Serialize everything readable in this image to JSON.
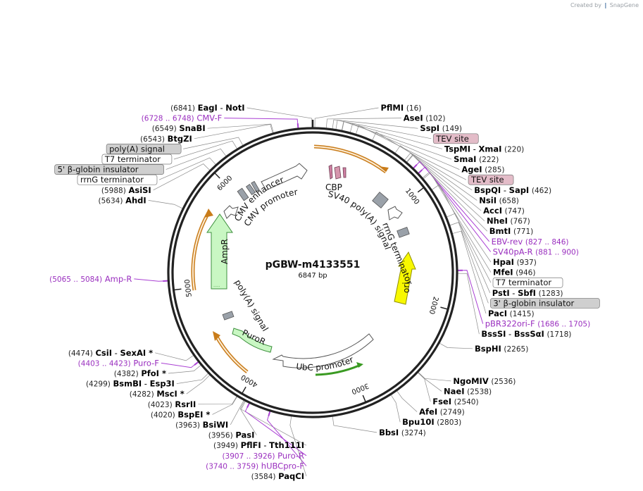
{
  "app": {
    "credit_prefix": "Created by",
    "credit_brand": "SnapGene"
  },
  "plasmid": {
    "name": "pGBW-m4133551",
    "length_label": "6847 bp",
    "length": 6847
  },
  "colors": {
    "site_text": "#000000",
    "position_text": "#222222",
    "primer_text": "#9a2fbf",
    "primer_line": "#a93fd3",
    "leader_line": "#8a8a8a",
    "feature_white": "#ffffff",
    "feature_gray_box": "#cfcfcf",
    "feature_pink_box": "#e3bcc8",
    "orf_fill": "#fcedd6",
    "orf_stroke": "#c97c1a",
    "promoter_fill": "#ffffff",
    "marker_fill": "#c9f7c3",
    "marker_stroke": "#3c8f3c",
    "ori_fill": "#f8f800",
    "ori_stroke": "#8f8f00",
    "small_block": "#9aa1a9",
    "cbp_fill": "#d596ad",
    "green_arrow": "#3a9a22"
  },
  "ticks": [
    {
      "label": "1000",
      "pos": 1000
    },
    {
      "label": "2000",
      "pos": 2000
    },
    {
      "label": "3000",
      "pos": 3000
    },
    {
      "label": "4000",
      "pos": 4000
    },
    {
      "label": "5000",
      "pos": 5000
    },
    {
      "label": "6000",
      "pos": 6000
    }
  ],
  "sites": [
    {
      "id": "eagi",
      "name": "EagI",
      "name2": "NotI",
      "posText": "(6841)",
      "pos": 6841,
      "side": "left"
    },
    {
      "id": "pflmi",
      "name": "PflMI",
      "posText": "(16)",
      "pos": 16,
      "side": "right"
    },
    {
      "id": "asei",
      "name": "AseI",
      "posText": "(102)",
      "pos": 102,
      "side": "right"
    },
    {
      "id": "sspi",
      "name": "SspI",
      "posText": "(149)",
      "pos": 149,
      "side": "right"
    },
    {
      "id": "tspmi",
      "name": "TspMI",
      "name2": "XmaI",
      "posText": "(220)",
      "pos": 220,
      "side": "right"
    },
    {
      "id": "smai",
      "name": "SmaI",
      "posText": "(222)",
      "pos": 222,
      "side": "right"
    },
    {
      "id": "agei",
      "name": "AgeI",
      "posText": "(285)",
      "pos": 285,
      "side": "right"
    },
    {
      "id": "bspqi",
      "name": "BspQI",
      "name2": "SapI",
      "posText": "(462)",
      "pos": 462,
      "side": "right"
    },
    {
      "id": "nsii",
      "name": "NsiI",
      "posText": "(658)",
      "pos": 658,
      "side": "right"
    },
    {
      "id": "acci",
      "name": "AccI",
      "posText": "(747)",
      "pos": 747,
      "side": "right"
    },
    {
      "id": "nhei",
      "name": "NheI",
      "posText": "(767)",
      "pos": 767,
      "side": "right"
    },
    {
      "id": "bmti",
      "name": "BmtI",
      "posText": "(771)",
      "pos": 771,
      "side": "right"
    },
    {
      "id": "hpai",
      "name": "HpaI",
      "posText": "(937)",
      "pos": 937,
      "side": "right"
    },
    {
      "id": "mfei",
      "name": "MfeI",
      "posText": "(946)",
      "pos": 946,
      "side": "right"
    },
    {
      "id": "psti",
      "name": "PstI",
      "name2": "SbfI",
      "posText": "(1283)",
      "pos": 1283,
      "side": "right"
    },
    {
      "id": "paci",
      "name": "PacI",
      "posText": "(1415)",
      "pos": 1415,
      "side": "right"
    },
    {
      "id": "bsssi",
      "name": "BssSI",
      "name2": "BssSαI",
      "posText": "(1718)",
      "pos": 1718,
      "side": "right"
    },
    {
      "id": "bsphi",
      "name": "BspHI",
      "posText": "(2265)",
      "pos": 2265,
      "side": "right"
    },
    {
      "id": "ngomiv",
      "name": "NgoMIV",
      "posText": "(2536)",
      "pos": 2536,
      "side": "right"
    },
    {
      "id": "naei",
      "name": "NaeI",
      "posText": "(2538)",
      "pos": 2538,
      "side": "right"
    },
    {
      "id": "fsei",
      "name": "FseI",
      "posText": "(2540)",
      "pos": 2540,
      "side": "right"
    },
    {
      "id": "afei",
      "name": "AfeI",
      "posText": "(2749)",
      "pos": 2749,
      "side": "right"
    },
    {
      "id": "bpu10i",
      "name": "Bpu10I",
      "posText": "(2803)",
      "pos": 2803,
      "side": "right"
    },
    {
      "id": "bbsi",
      "name": "BbsI",
      "posText": "(3274)",
      "pos": 3274,
      "side": "right"
    },
    {
      "id": "paqci",
      "name": "PaqCI",
      "posText": "(3584)",
      "pos": 3584,
      "side": "left"
    },
    {
      "id": "pflfi",
      "name": "PflFI",
      "name2": "Tth111I",
      "posText": "(3949)",
      "pos": 3949,
      "side": "left"
    },
    {
      "id": "pasi",
      "name": "PasI",
      "posText": "(3956)",
      "pos": 3956,
      "side": "left"
    },
    {
      "id": "bsiwi",
      "name": "BsiWI",
      "posText": "(3963)",
      "pos": 3963,
      "side": "left"
    },
    {
      "id": "bspei",
      "name": "BspEI",
      "star": true,
      "posText": "(4020)",
      "pos": 4020,
      "side": "left"
    },
    {
      "id": "rsrii",
      "name": "RsrII",
      "posText": "(4023)",
      "pos": 4023,
      "side": "left"
    },
    {
      "id": "msci",
      "name": "MscI",
      "star": true,
      "posText": "(4282)",
      "pos": 4282,
      "side": "left"
    },
    {
      "id": "bsmbi",
      "name": "BsmBI",
      "name2": "Esp3I",
      "posText": "(4299)",
      "pos": 4299,
      "side": "left"
    },
    {
      "id": "pfoi",
      "name": "PfoI",
      "star": true,
      "posText": "(4382)",
      "pos": 4382,
      "side": "left"
    },
    {
      "id": "csii",
      "name": "CsiI",
      "name2": "SexAI",
      "star": true,
      "posText": "(4474)",
      "pos": 4474,
      "side": "left"
    },
    {
      "id": "ahdi",
      "name": "AhdI",
      "posText": "(5634)",
      "pos": 5634,
      "side": "left"
    },
    {
      "id": "asisi",
      "name": "AsiSI",
      "posText": "(5988)",
      "pos": 5988,
      "side": "left"
    },
    {
      "id": "btgzi",
      "name": "BtgZI",
      "posText": "(6543)",
      "pos": 6543,
      "side": "left"
    },
    {
      "id": "snabi",
      "name": "SnaBI",
      "posText": "(6549)",
      "pos": 6549,
      "side": "left"
    }
  ],
  "primers": [
    {
      "id": "cmv-f",
      "name": "CMV-F",
      "range": "(6728 .. 6748)",
      "pos": 6738,
      "side": "left"
    },
    {
      "id": "ebv-rev",
      "name": "EBV-rev",
      "range": "(827 .. 846)",
      "pos": 836,
      "side": "right"
    },
    {
      "id": "sv40pa-r",
      "name": "SV40pA-R",
      "range": "(881 .. 900)",
      "pos": 890,
      "side": "right"
    },
    {
      "id": "pbr322ori-f",
      "name": "pBR322ori-F",
      "range": "(1686 .. 1705)",
      "pos": 1695,
      "side": "right"
    },
    {
      "id": "amp-r",
      "name": "Amp-R",
      "range": "(5065 .. 5084)",
      "pos": 5074,
      "side": "left"
    },
    {
      "id": "puro-f",
      "name": "Puro-F",
      "range": "(4403 .. 4423)",
      "pos": 4413,
      "side": "left"
    },
    {
      "id": "puro-r",
      "name": "Puro-R",
      "range": "(3907 .. 3926)",
      "pos": 3916,
      "side": "left"
    },
    {
      "id": "hubcpro-f",
      "name": "hUBCpro-F",
      "range": "(3740 .. 3759)",
      "pos": 3749,
      "side": "left"
    }
  ],
  "outside_features": [
    {
      "id": "tev-site-1",
      "label": "TEV site",
      "style": "pink",
      "pos": 175
    },
    {
      "id": "tev-site-2",
      "label": "TEV site",
      "style": "pink",
      "pos": 330
    },
    {
      "id": "t7-terminator-right",
      "label": "T7 terminator",
      "style": "white",
      "pos": 1050
    },
    {
      "id": "beta-globin-insulator-3",
      "label": "3' β-globin insulator",
      "style": "gray",
      "pos": 1350
    },
    {
      "id": "polya-signal-top",
      "label": "poly(A) signal",
      "style": "gray",
      "pos": 6300
    },
    {
      "id": "t7-terminator-left",
      "label": "T7 terminator",
      "style": "white",
      "pos": 6250
    },
    {
      "id": "beta-globin-insulator-5",
      "label": "5' β-globin insulator",
      "style": "gray",
      "pos": 6150
    },
    {
      "id": "rrng-terminator-left",
      "label": "rrnG terminator",
      "style": "white",
      "pos": 6050
    }
  ],
  "inner_labels": {
    "cbp": "CBP",
    "sv40_polya": "SV40 poly(A) signal",
    "rrng_terminator": "rrnG terminator",
    "ori": "ori",
    "ubc_promoter": "UbC promoter",
    "puror": "PuroR",
    "polya_signal": "poly(A) signal",
    "ampr": "AmpR",
    "cmv_enhancer": "CMV enhancer",
    "cmv_promoter": "CMV promoter"
  }
}
